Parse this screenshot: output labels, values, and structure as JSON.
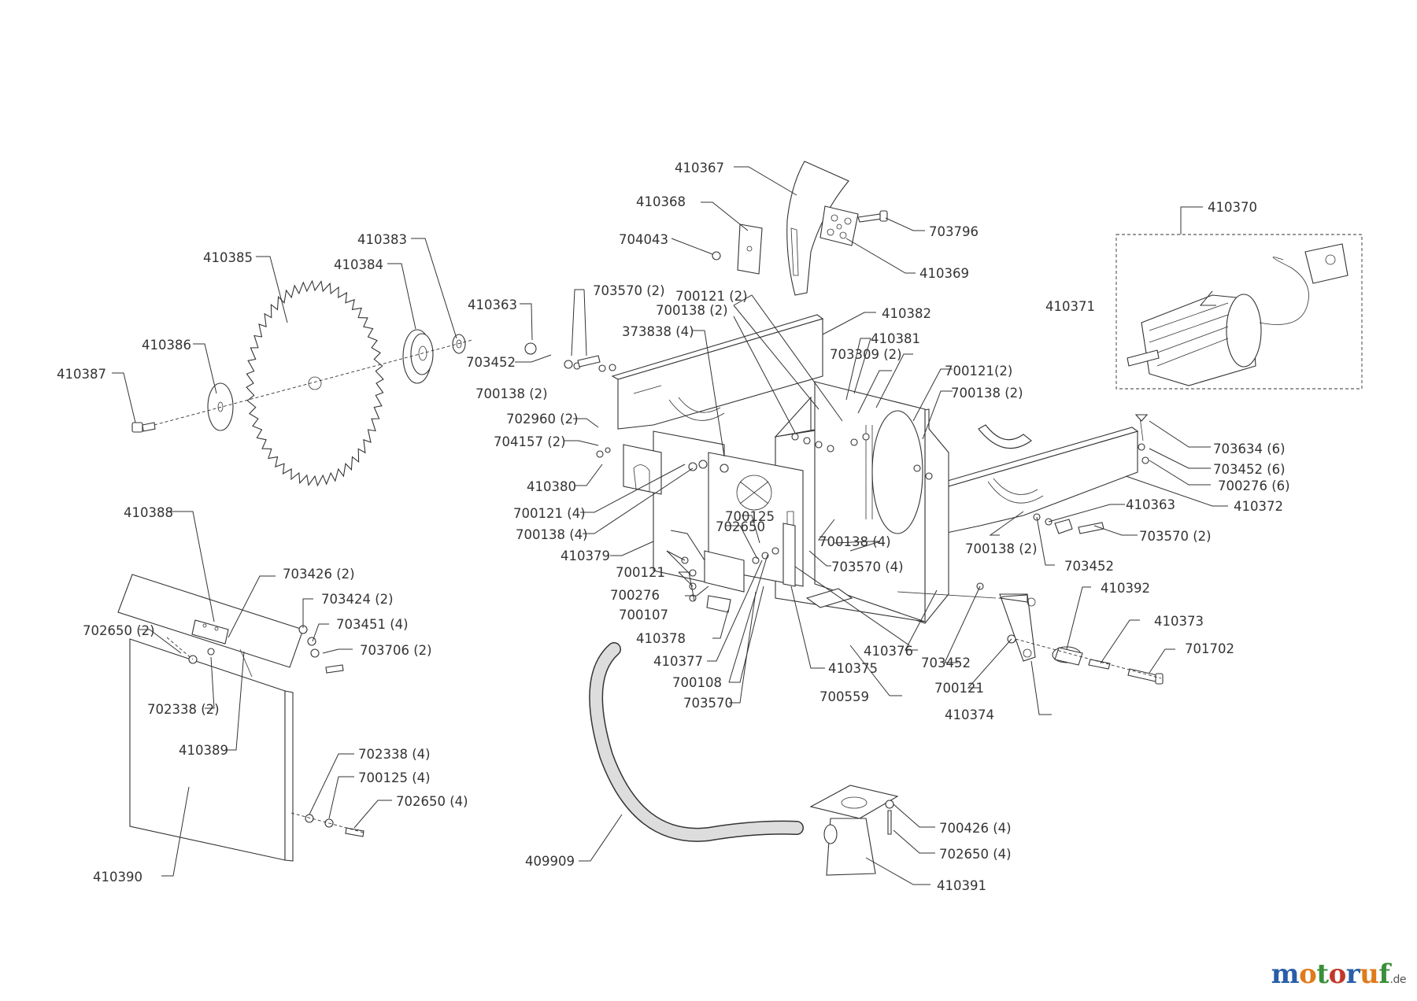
{
  "callouts": {
    "c410367": "410367",
    "c410368": "410368",
    "c704043": "704043",
    "c703796": "703796",
    "c410369": "410369",
    "c410370": "410370",
    "c410383": "410383",
    "c410385": "410385",
    "c410384": "410384",
    "c410386": "410386",
    "c410387": "410387",
    "c410363a": "410363",
    "c703570_2a": "703570 (2)",
    "c700121_2a": "700121 (2)",
    "c700138_2a": "700138 (2)",
    "c373838_4": "373838 (4)",
    "c410382": "410382",
    "c410371": "410371",
    "c703452a": "703452",
    "c410381": "410381",
    "c703309_2": "703309 (2)",
    "c700121_2b": "700121(2)",
    "c700138_2b": "700138 (2)",
    "c700138_2c": "700138 (2)",
    "c702960_2": "702960 (2)",
    "c704157_2": "704157 (2)",
    "c410380": "410380",
    "c700121_4": "700121 (4)",
    "c700138_4a": "700138 (4)",
    "c410379": "410379",
    "c700125a": "700125",
    "c702650a": "702650",
    "c700138_4b": "700138 (4)",
    "c703570_4": "703570 (4)",
    "c700138_2d": "700138 (2)",
    "c703634_6": "703634 (6)",
    "c703452_6": "703452 (6)",
    "c700276_6": "700276 (6)",
    "c410372": "410372",
    "c410363b": "410363",
    "c703570_2b": "703570 (2)",
    "c703452b": "703452",
    "c410392": "410392",
    "c410373": "410373",
    "c701702": "701702",
    "c410388": "410388",
    "c703426_2": "703426 (2)",
    "c703424_2": "703424 (2)",
    "c702650_2": "702650 (2)",
    "c703451_4": "703451 (4)",
    "c703706_2": "703706 (2)",
    "c702338_2": "702338 (2)",
    "c410389": "410389",
    "c700121a": "700121",
    "c700276": "700276",
    "c700107": "700107",
    "c410378": "410378",
    "c410377": "410377",
    "c700108": "700108",
    "c703570": "703570",
    "c410375": "410375",
    "c700559": "700559",
    "c410376": "410376",
    "c703452c": "703452",
    "c700121b": "700121",
    "c410374": "410374",
    "c702338_4": "702338 (4)",
    "c700125_4": "700125 (4)",
    "c702650_4a": "702650 (4)",
    "c410390": "410390",
    "c409909": "409909",
    "c700426_4": "700426 (4)",
    "c702650_4b": "702650 (4)",
    "c410391": "410391"
  },
  "logo": {
    "letters": [
      "m",
      "o",
      "t",
      "o",
      "r",
      "u",
      "f"
    ],
    "colors": [
      "#2a5fa8",
      "#e07a1a",
      "#3a8f3a",
      "#c0392b",
      "#2a5fa8",
      "#e07a1a",
      "#3a8f3a"
    ],
    "tld": ".de"
  }
}
